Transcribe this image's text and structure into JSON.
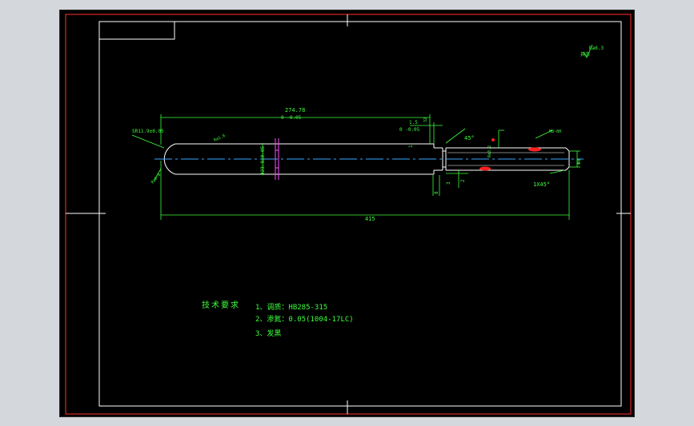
{
  "drawing": {
    "corner_roughness": "Ra6.3",
    "corner_roughness_note": "其余",
    "dims": {
      "overall_length": "415",
      "upper_length": "274.78",
      "upper_length_tol": "0 -0.05",
      "sphere_radius": "SR11.9±0.05",
      "rod_diameter": "Φ23.8±0.05",
      "step_length": "1.5",
      "step_tol": "0 -0.05",
      "chamfer_45": "45°",
      "chamfer_1x45": "1X45°",
      "tip_diameter": "Φ8",
      "small_dim_2": "2",
      "small_dim_8": "8",
      "small_dim_3": "3",
      "small_dim_1": "1",
      "thread_callout": "M8-6H",
      "roughness_1": "Ra1.6",
      "roughness_2": "Ra0.8",
      "roughness_3": "Ra3.2",
      "small_tick": "32"
    },
    "tech_requirements": {
      "heading": "技术要求",
      "items": [
        "1、调质：HB285-315",
        "2、渗氮：0.05(1004-17LC)",
        "3、发黑"
      ]
    }
  },
  "colors": {
    "background": "#000000",
    "frame": "#ffffff",
    "border": "#ff3030",
    "dimension": "#3cff3c",
    "center_line": "#37a8ff",
    "hatch": "#ff4dff",
    "marker": "#ff2020"
  }
}
